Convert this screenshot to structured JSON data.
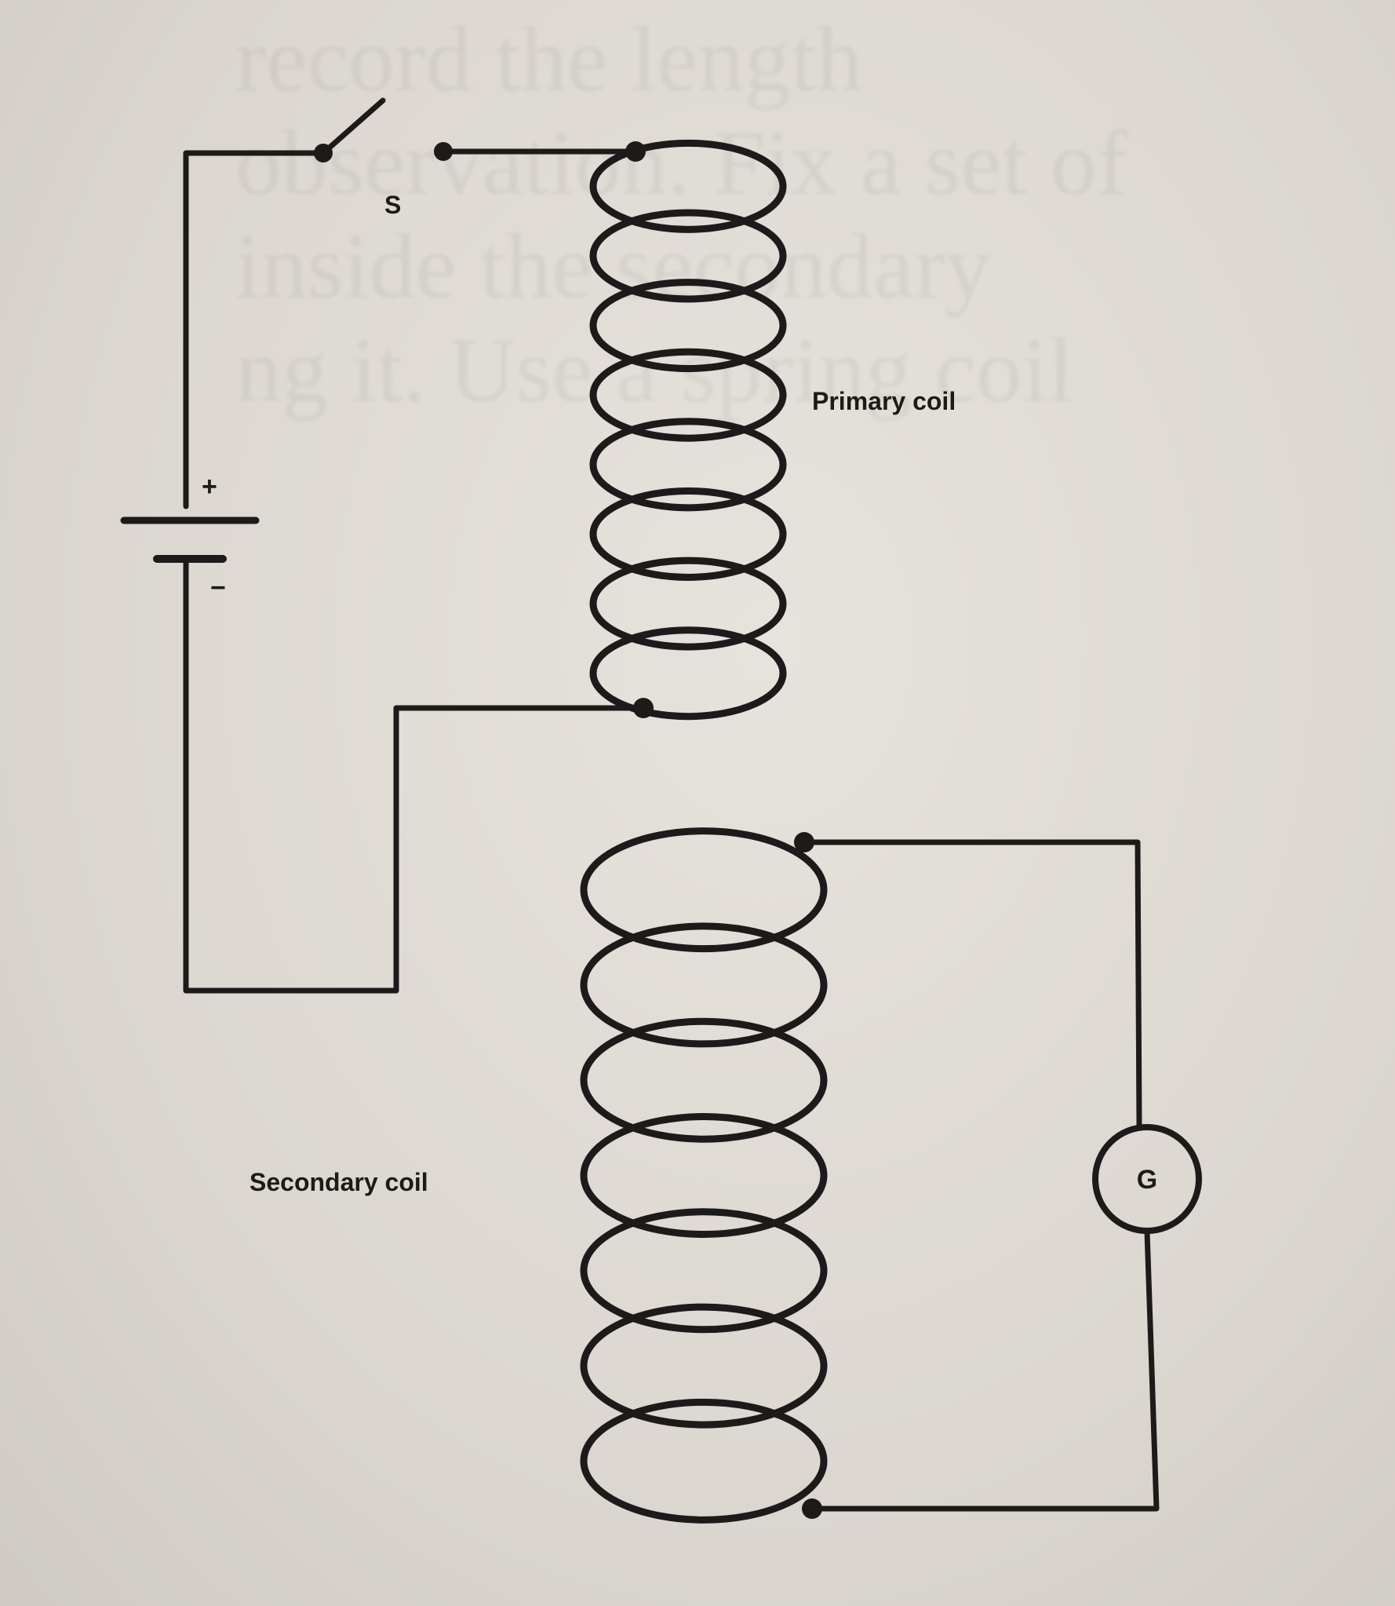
{
  "labels": {
    "switch": "S",
    "primary_coil": "Primary coil",
    "secondary_coil": "Secondary coil",
    "galvanometer": "G",
    "battery_positive": "+",
    "battery_negative": "−"
  },
  "components": {
    "primary_coil_turns": 8,
    "secondary_coil_turns": 7
  },
  "colors": {
    "ink": "#1c1b1a",
    "paper": "#dedad5"
  },
  "background_text": [
    "record the length",
    "observation. Fix a set of",
    "inside the secondary",
    "ng it. Use a spring coil"
  ]
}
